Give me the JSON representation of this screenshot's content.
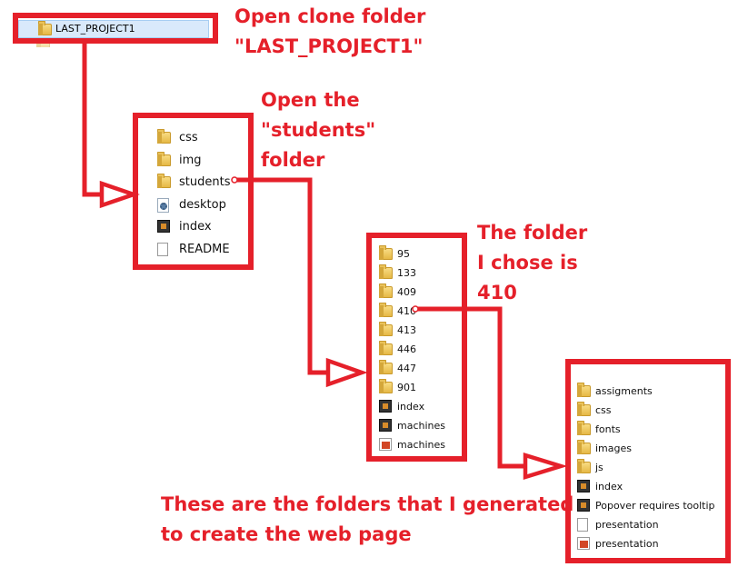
{
  "top": {
    "selected_folder": "LAST_PROJECT1"
  },
  "box1": {
    "items": [
      {
        "icon": "folder",
        "label": "css"
      },
      {
        "icon": "folder",
        "label": "img"
      },
      {
        "icon": "folder",
        "label": "students"
      },
      {
        "icon": "settings-file",
        "label": "desktop"
      },
      {
        "icon": "html-file",
        "label": "index"
      },
      {
        "icon": "blank-file",
        "label": "README"
      }
    ]
  },
  "box2": {
    "items": [
      {
        "icon": "folder",
        "label": "95"
      },
      {
        "icon": "folder",
        "label": "133"
      },
      {
        "icon": "folder",
        "label": "409"
      },
      {
        "icon": "folder",
        "label": "410"
      },
      {
        "icon": "folder",
        "label": "413"
      },
      {
        "icon": "folder",
        "label": "446"
      },
      {
        "icon": "folder",
        "label": "447"
      },
      {
        "icon": "folder",
        "label": "901"
      },
      {
        "icon": "html-file",
        "label": "index"
      },
      {
        "icon": "html-file",
        "label": "machines"
      },
      {
        "icon": "ppt-file",
        "label": "machines"
      }
    ]
  },
  "box3": {
    "items": [
      {
        "icon": "folder",
        "label": "assigments"
      },
      {
        "icon": "folder",
        "label": "css"
      },
      {
        "icon": "folder",
        "label": "fonts"
      },
      {
        "icon": "folder",
        "label": "images"
      },
      {
        "icon": "folder",
        "label": "js"
      },
      {
        "icon": "html-file",
        "label": "index"
      },
      {
        "icon": "html-file",
        "label": "Popover requires tooltip"
      },
      {
        "icon": "blank-file",
        "label": "presentation"
      },
      {
        "icon": "ppt-file",
        "label": "presentation"
      }
    ]
  },
  "annotations": {
    "note1": [
      "Open clone folder",
      "\"LAST_PROJECT1\""
    ],
    "note2": [
      "Open the",
      "\"students\"",
      "folder"
    ],
    "note3": [
      "The folder",
      "I chose is",
      "410"
    ],
    "note4": [
      "These are the folders that I generated",
      "to create the web page"
    ]
  },
  "colors": {
    "annotation_red": "#e5202a",
    "selection_blue": "#d9e9fb"
  }
}
